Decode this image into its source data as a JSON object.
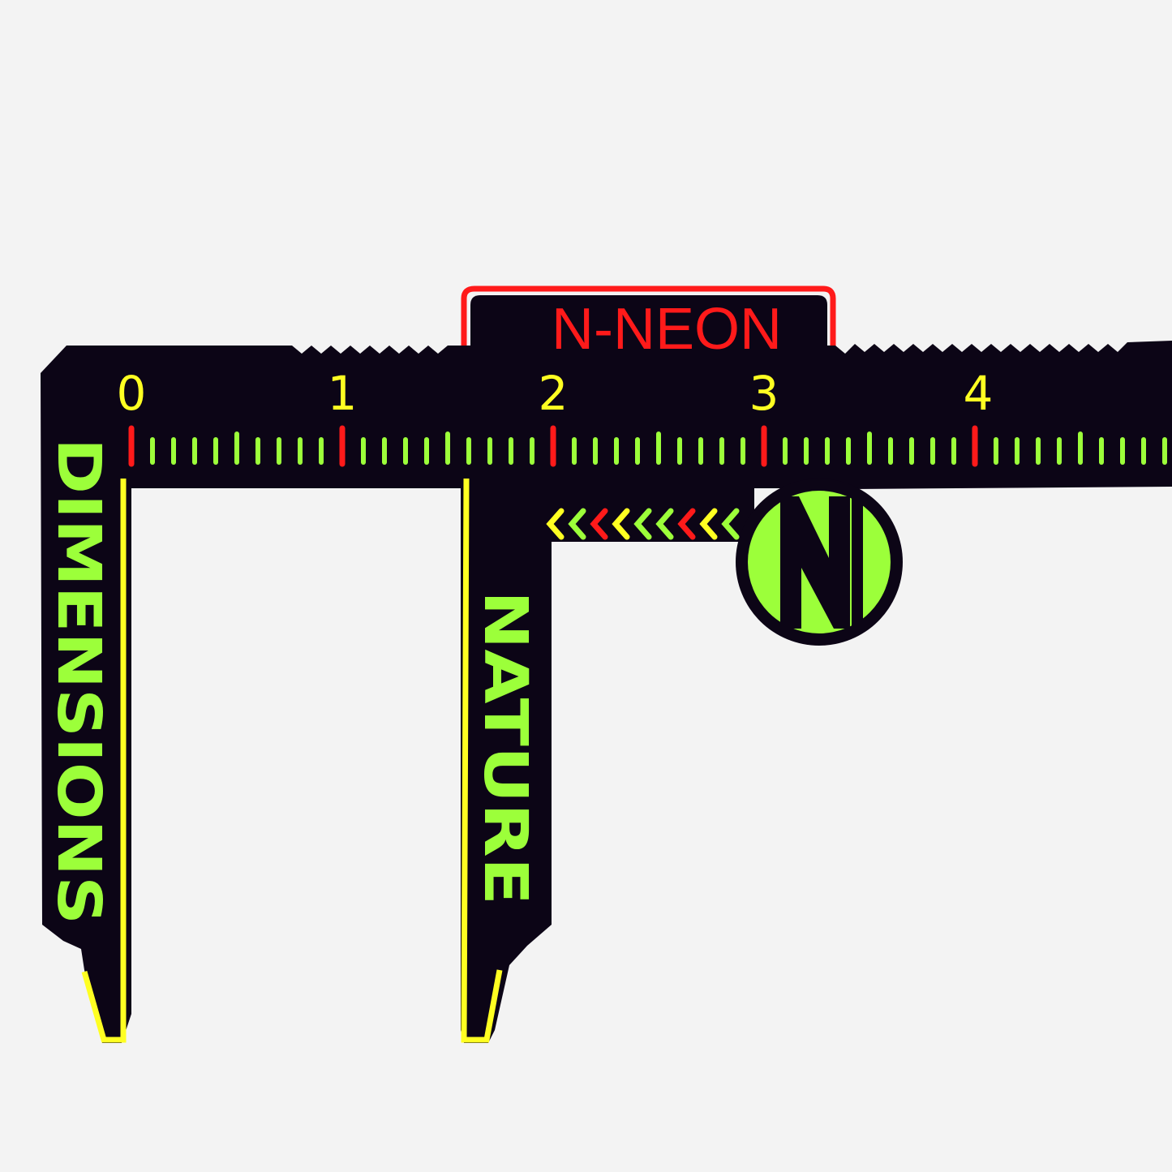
{
  "brand_label": "N-NEON",
  "scale_numbers": [
    "0",
    "1",
    "2",
    "3",
    "4"
  ],
  "minor_ticks_per_unit": 9,
  "fixed_jaw_text": "DIMENSIONS",
  "sliding_jaw_text": "NATURE",
  "logo": {
    "letter": "N",
    "name": "n-logo-icon"
  },
  "arrow_colors": [
    "#ffff22",
    "#9cff3a",
    "#ff1a1a",
    "#ffff22",
    "#9cff3a",
    "#9cff3a",
    "#ff1a1a",
    "#ffff22",
    "#9cff3a"
  ],
  "colors": {
    "background": "#f3f3f3",
    "body": "#0c0516",
    "neon_green": "#9cff3a",
    "neon_yellow": "#ffff22",
    "neon_red": "#ff1a1a"
  }
}
